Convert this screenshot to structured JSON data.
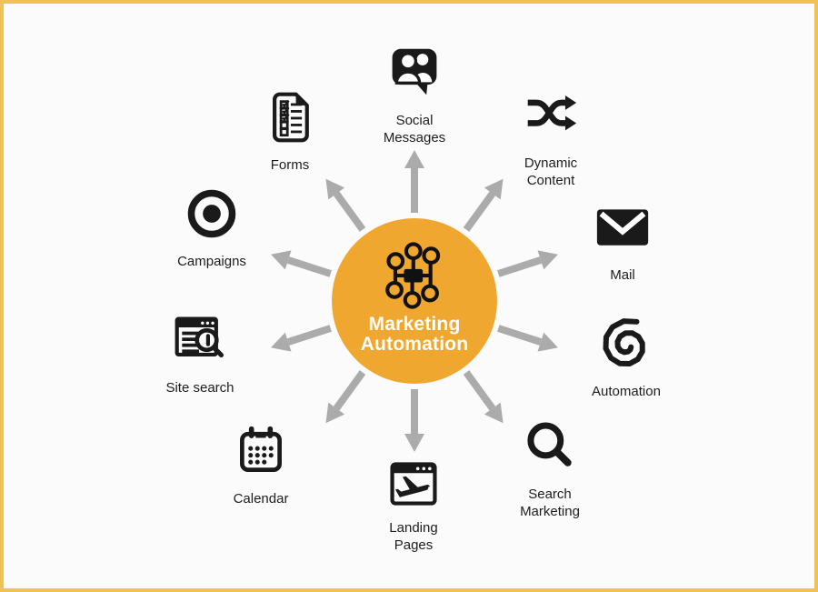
{
  "colors": {
    "hub_fill": "#F0A730",
    "hub_text": "#FFFFFF",
    "border": "#F0C254",
    "arrow": "#ABABAB",
    "icon": "#1A1A1A",
    "background": "#FBFBFB"
  },
  "center": {
    "icon": "network-hub-icon",
    "title_line1": "Marketing",
    "title_line2": "Automation"
  },
  "items": {
    "social": {
      "icon": "social-messages-icon",
      "line1": "Social",
      "line2": "Messages"
    },
    "dynamic": {
      "icon": "shuffle-icon",
      "line1": "Dynamic",
      "line2": "Content"
    },
    "mail": {
      "icon": "envelope-icon",
      "line1": "Mail"
    },
    "automation": {
      "icon": "spiral-icon",
      "line1": "Automation"
    },
    "searchmkt": {
      "icon": "magnifier-icon",
      "line1": "Search",
      "line2": "Marketing"
    },
    "landing": {
      "icon": "browser-plane-icon",
      "line1": "Landing",
      "line2": "Pages"
    },
    "calendar": {
      "icon": "calendar-icon",
      "line1": "Calendar"
    },
    "sitesearch": {
      "icon": "browser-search-icon",
      "line1": "Site search"
    },
    "campaigns": {
      "icon": "bullseye-icon",
      "line1": "Campaigns"
    },
    "forms": {
      "icon": "checklist-icon",
      "line1": "Forms"
    }
  }
}
